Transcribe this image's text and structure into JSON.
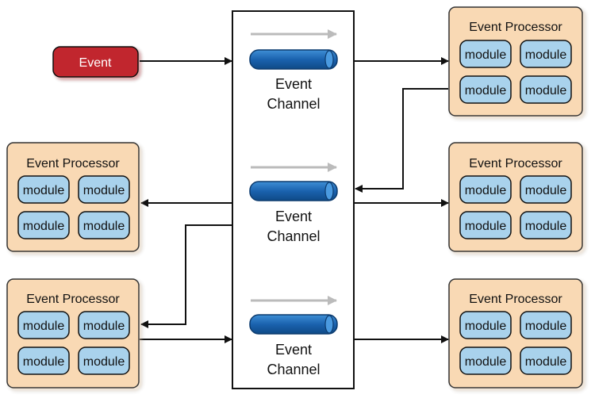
{
  "event": {
    "label": "Event"
  },
  "channels": [
    {
      "label_line1": "Event",
      "label_line2": "Channel"
    },
    {
      "label_line1": "Event",
      "label_line2": "Channel"
    },
    {
      "label_line1": "Event",
      "label_line2": "Channel"
    }
  ],
  "processors": [
    {
      "id": "right-top",
      "title": "Event Processor",
      "modules": [
        "module",
        "module",
        "module",
        "module"
      ]
    },
    {
      "id": "left-mid",
      "title": "Event Processor",
      "modules": [
        "module",
        "module",
        "module",
        "module"
      ]
    },
    {
      "id": "right-mid",
      "title": "Event Processor",
      "modules": [
        "module",
        "module",
        "module",
        "module"
      ]
    },
    {
      "id": "left-bottom",
      "title": "Event Processor",
      "modules": [
        "module",
        "module",
        "module",
        "module"
      ]
    },
    {
      "id": "right-bottom",
      "title": "Event Processor",
      "modules": [
        "module",
        "module",
        "module",
        "module"
      ]
    }
  ],
  "colors": {
    "processor_fill": "#f9d9b4",
    "processor_stroke": "#333333",
    "module_fill": "#a9d2ec",
    "channel_pipe": "#1a62ae",
    "event_fill": "#c1272d",
    "flow_arrow": "#bbbbbb"
  }
}
